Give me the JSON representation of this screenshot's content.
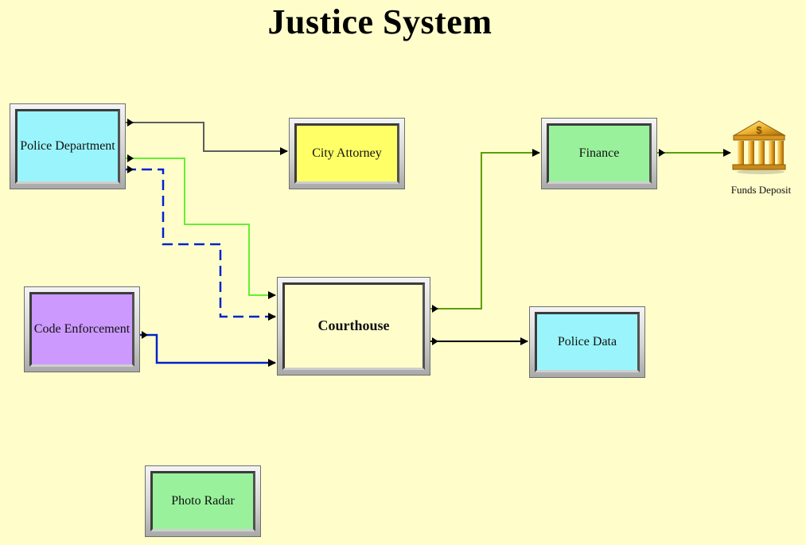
{
  "title": "Justice System",
  "colors": {
    "background": "#fffecb",
    "police_department": "#99f5fb",
    "city_attorney": "#ffff66",
    "code_enforcement": "#cc99ff",
    "courthouse": "#fffecb",
    "finance": "#99f29b",
    "police_data": "#99f5fb",
    "photo_radar": "#99f29b",
    "link_gray": "#5d5d5d",
    "link_light_green": "#66ee33",
    "link_blue": "#0022cc",
    "link_olive": "#5e9e00",
    "link_black": "#000000"
  },
  "nodes": {
    "police_department": "Police Department",
    "city_attorney": "City Attorney",
    "code_enforcement": "Code Enforcement",
    "courthouse": "Courthouse",
    "finance": "Finance",
    "police_data": "Police Data",
    "photo_radar": "Photo Radar",
    "funds_deposit": "Funds Deposit"
  },
  "icons": {
    "funds_deposit": "bank-icon"
  },
  "connections": [
    {
      "from": "police_department",
      "to": "city_attorney",
      "style": "solid",
      "color": "link_gray"
    },
    {
      "from": "police_department",
      "to": "courthouse",
      "style": "solid",
      "color": "link_light_green"
    },
    {
      "from": "police_department",
      "to": "courthouse",
      "style": "dashed",
      "color": "link_blue"
    },
    {
      "from": "code_enforcement",
      "to": "courthouse",
      "style": "solid",
      "color": "link_blue"
    },
    {
      "from": "courthouse",
      "to": "finance",
      "style": "solid",
      "color": "link_olive"
    },
    {
      "from": "courthouse",
      "to": "police_data",
      "style": "solid",
      "color": "link_black"
    },
    {
      "from": "finance",
      "to": "funds_deposit",
      "style": "solid",
      "color": "link_olive"
    }
  ]
}
